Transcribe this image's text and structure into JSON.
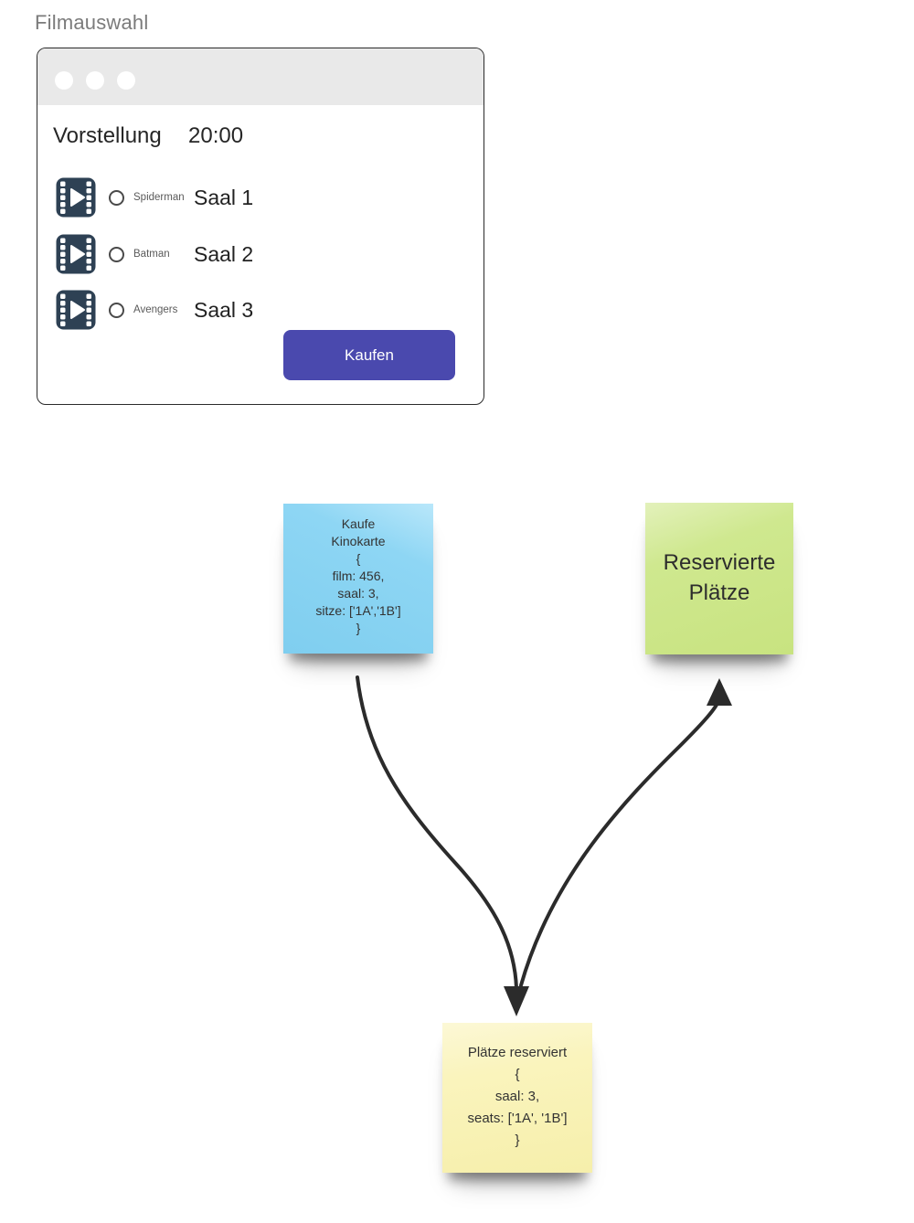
{
  "page": {
    "title": "Filmauswahl"
  },
  "window": {
    "show_label": "Vorstellung",
    "show_time": "20:00",
    "films": [
      {
        "name": "Spiderman",
        "room": "Saal 1"
      },
      {
        "name": "Batman",
        "room": "Saal 2"
      },
      {
        "name": "Avengers",
        "room": "Saal 3"
      }
    ],
    "buy_button_label": "Kaufen"
  },
  "notes": {
    "buy_event": {
      "lines": [
        "Kaufe",
        "Kinokarte",
        "{",
        "film: 456,",
        "saal: 3,",
        "sitze: ['1A','1B']",
        "}"
      ]
    },
    "reserved_title": {
      "lines": [
        "Reservierte",
        "Plätze"
      ]
    },
    "reserved_event": {
      "lines": [
        "Plätze reserviert",
        "{",
        "saal: 3,",
        "seats: ['1A', '1B']",
        "}"
      ]
    }
  },
  "icons": {
    "film_icon": "film-strip-play-icon",
    "window_dots": "window-control-dots"
  },
  "colors": {
    "accent_button": "#4a49ae",
    "note_blue": "#84d1f1",
    "note_green": "#cde78d",
    "note_yellow": "#f9f4bd",
    "film_icon": "#2e4154",
    "arrow": "#2b2b2b",
    "titlebar": "#e9e9e9"
  }
}
